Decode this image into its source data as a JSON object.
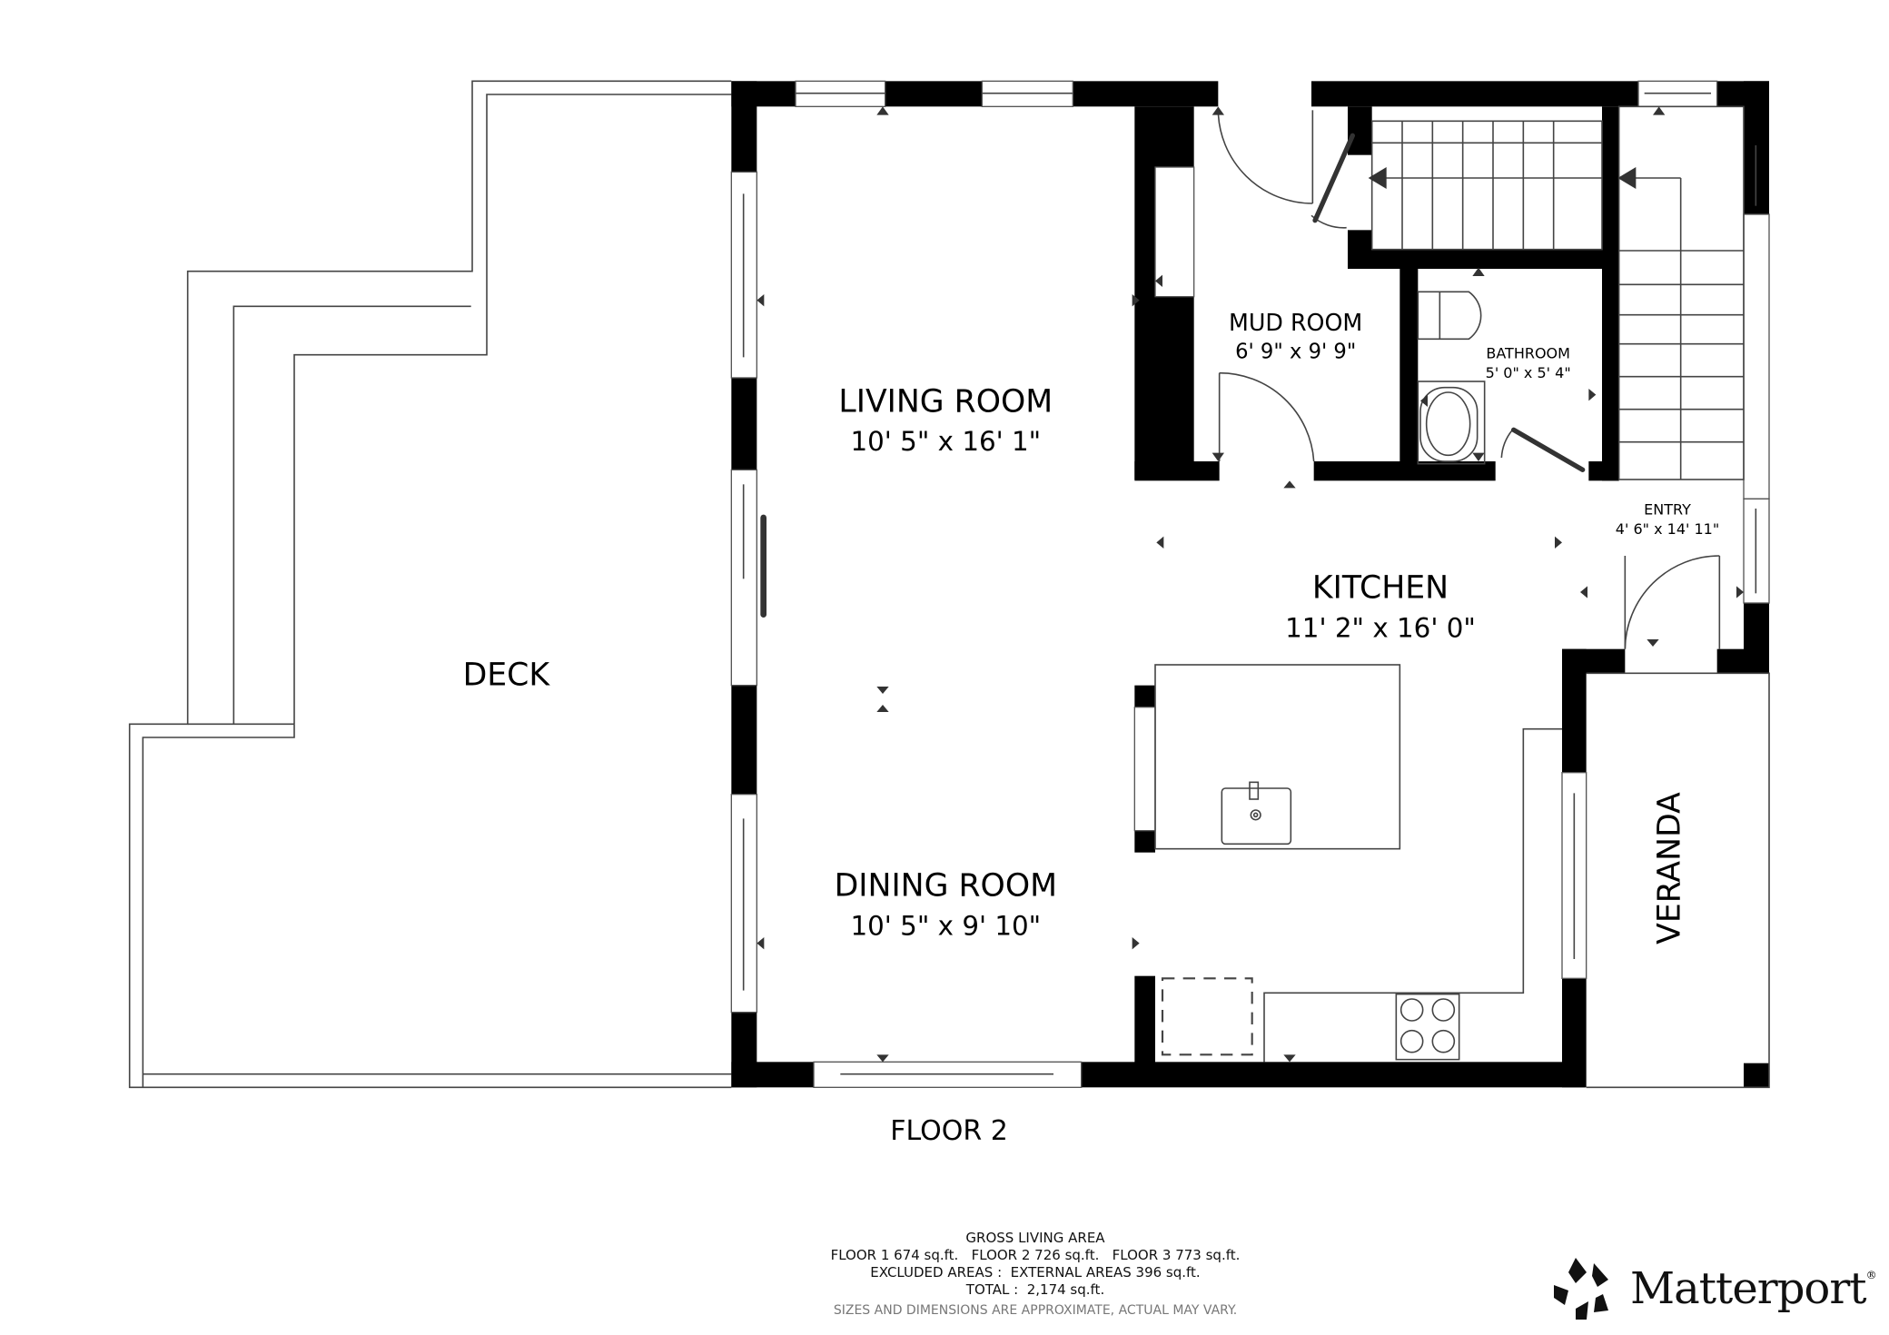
{
  "plan": {
    "floor_label": "FLOOR 2",
    "rooms": [
      {
        "id": "deck",
        "name": "DECK",
        "dims": ""
      },
      {
        "id": "living",
        "name": "LIVING ROOM",
        "dims": "10' 5\" x 16' 1\""
      },
      {
        "id": "dining",
        "name": "DINING ROOM",
        "dims": "10' 5\" x 9' 10\""
      },
      {
        "id": "mud",
        "name": "MUD ROOM",
        "dims": "6' 9\" x 9' 9\""
      },
      {
        "id": "bath",
        "name": "BATHROOM",
        "dims": "5' 0\" x 5' 4\""
      },
      {
        "id": "entry",
        "name": "ENTRY",
        "dims": "4' 6\" x 14' 11\""
      },
      {
        "id": "kitchen",
        "name": "KITCHEN",
        "dims": "11' 2\" x 16' 0\""
      },
      {
        "id": "veranda",
        "name": "VERANDA",
        "dims": ""
      }
    ]
  },
  "summary": {
    "title": "GROSS LIVING AREA",
    "floors_line": "FLOOR 1 674 sq.ft.   FLOOR 2 726 sq.ft.   FLOOR 3 773 sq.ft.",
    "excluded_line": "EXCLUDED AREAS :  EXTERNAL AREAS 396 sq.ft.",
    "total_line": "TOTAL :  2,174 sq.ft.",
    "disclaimer": "SIZES AND DIMENSIONS ARE APPROXIMATE, ACTUAL MAY VARY."
  },
  "brand": {
    "name": "Matterport",
    "registered": "®",
    "icon": "matterport-logo-icon"
  },
  "colors": {
    "wall": "#000000",
    "line": "#444444",
    "background": "#ffffff",
    "disclaimer": "#777777"
  }
}
